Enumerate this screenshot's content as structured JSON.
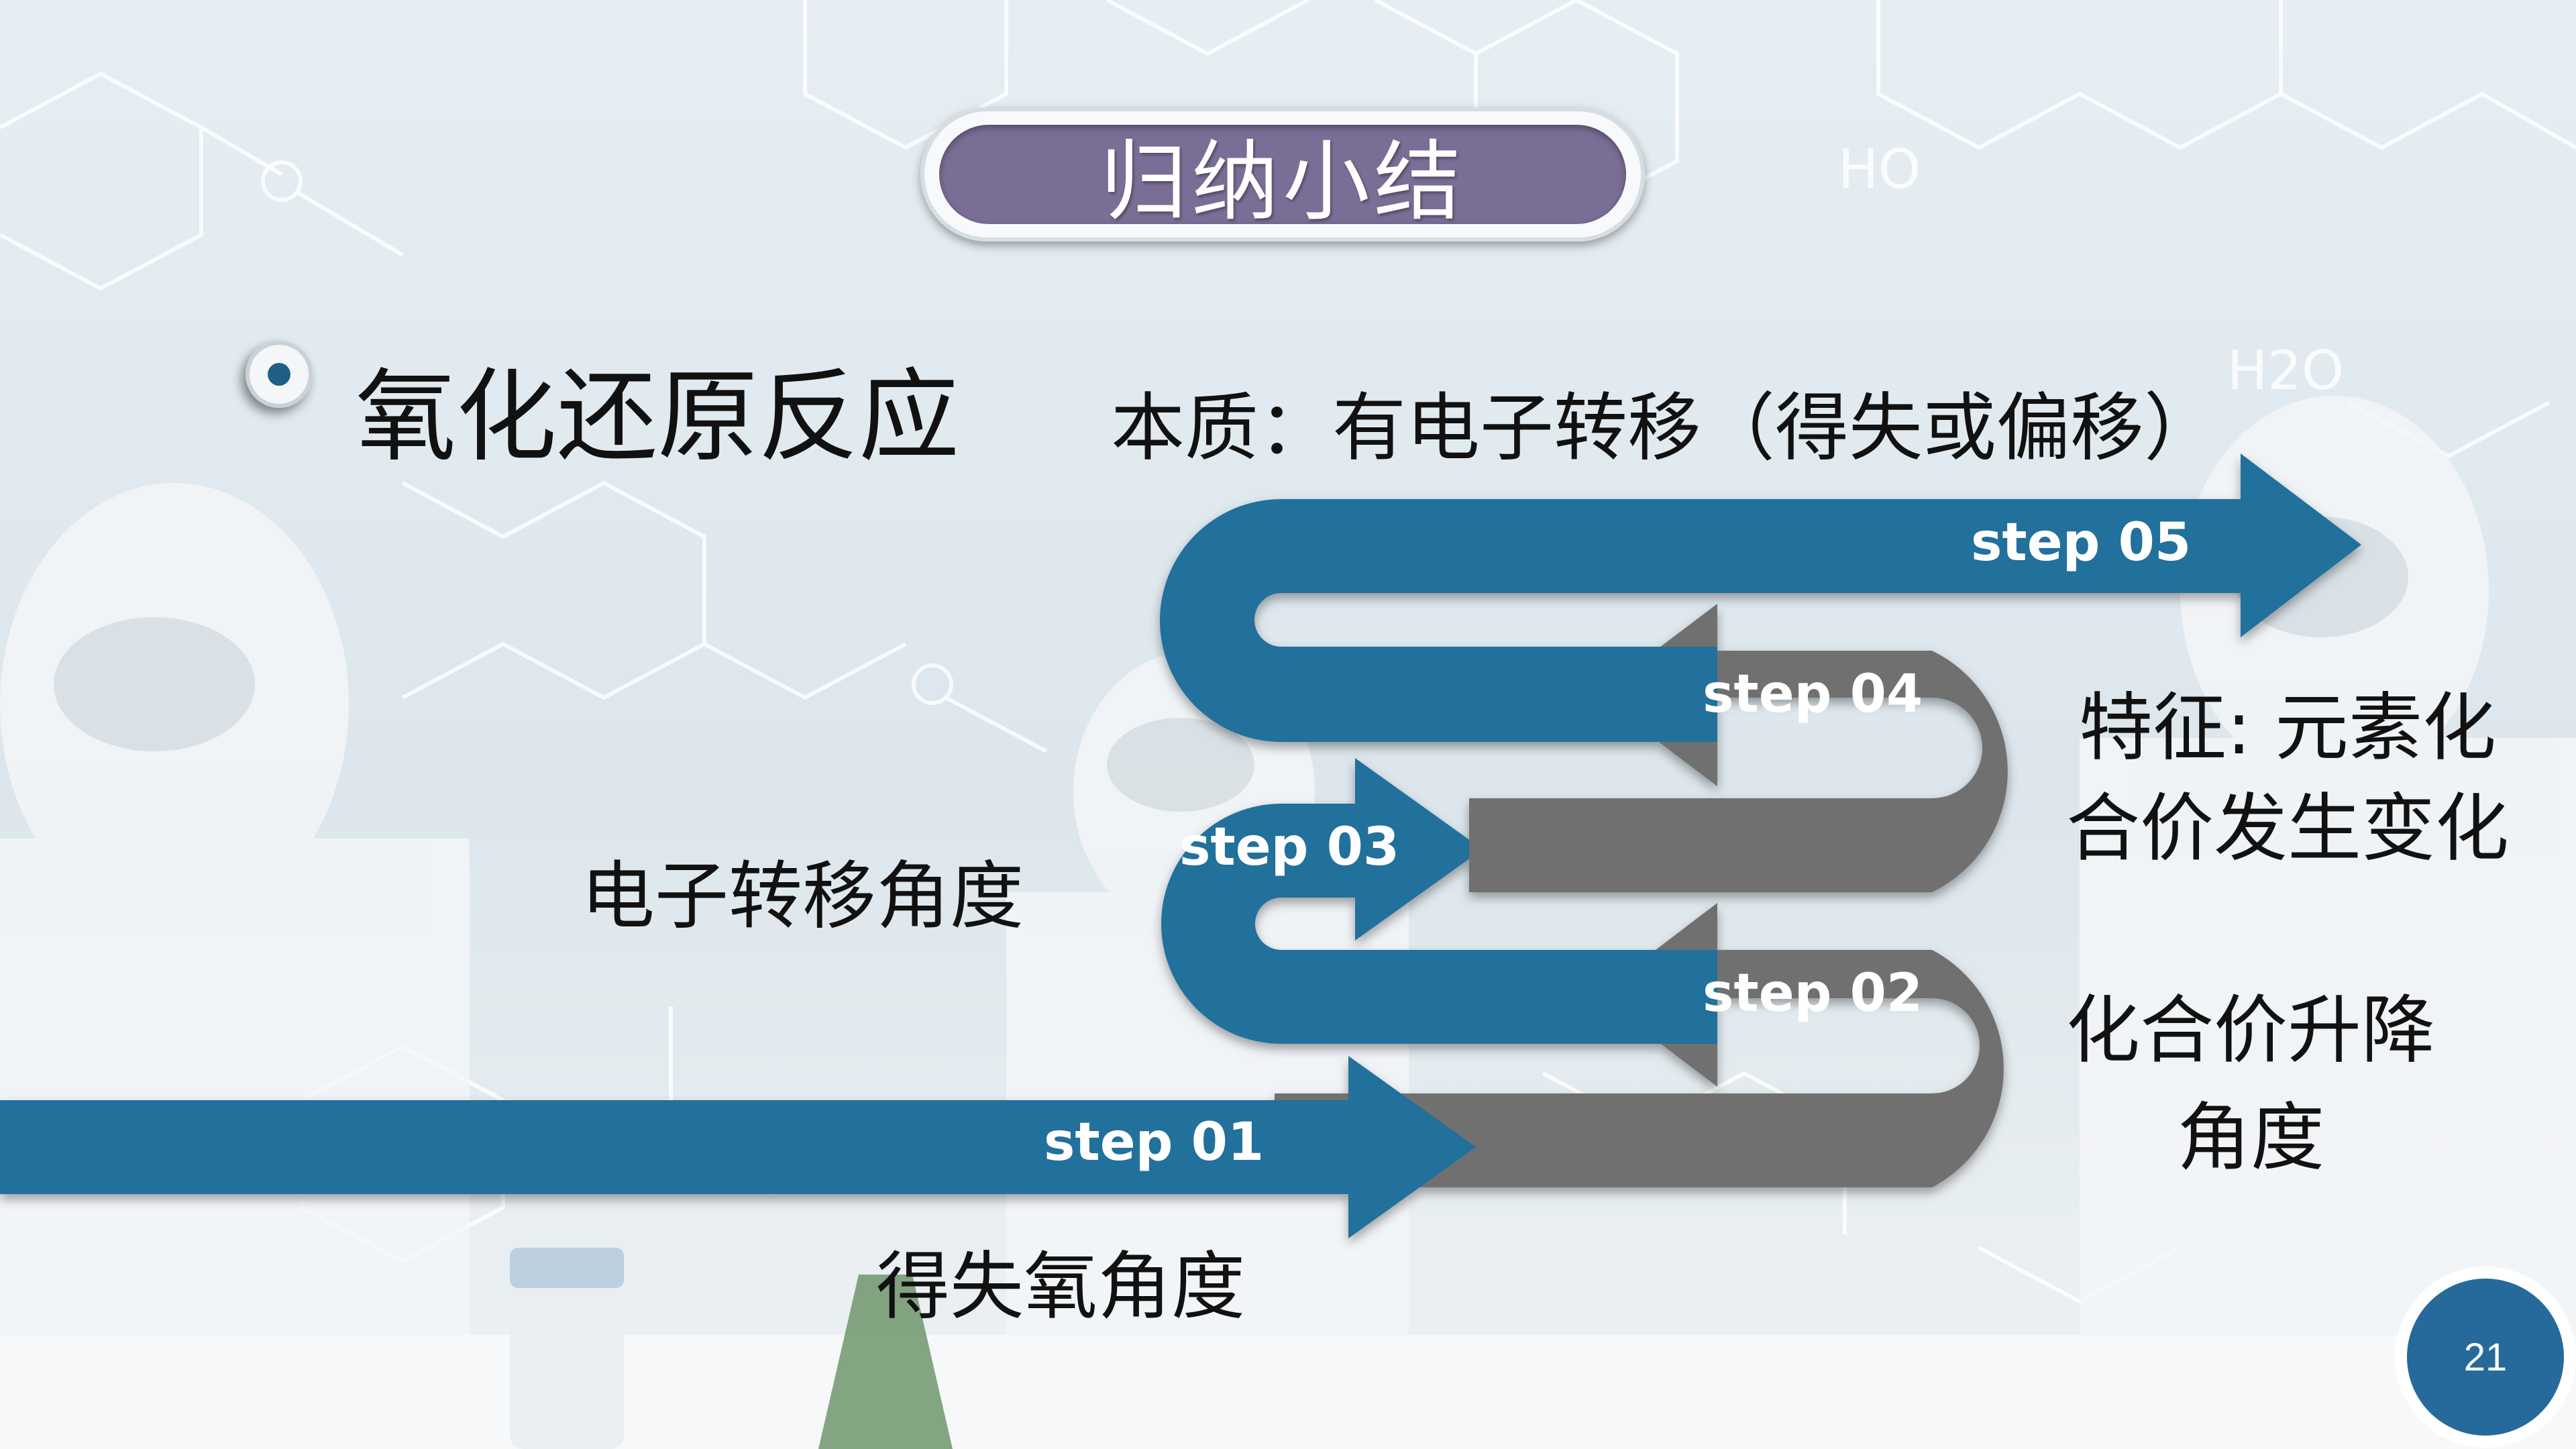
{
  "slide": {
    "title": "归纳小结",
    "heading": "氧化还原反应",
    "essence": "本质：有电子转移（得失或偏移）",
    "labels": {
      "electron_transfer": "电子转移角度",
      "oxygen": "得失氧角度",
      "feature_line1": "特征: 元素化",
      "feature_line2": "合价发生变化",
      "valence_line1": "化合价升降",
      "valence_line2": "角度"
    },
    "steps": [
      "step 01",
      "step 02",
      "step 03",
      "step 04",
      "step 05"
    ],
    "page_number": "21"
  },
  "colors": {
    "blue": "#246f9c",
    "gray": "#6f6f6f",
    "title_purple": "#7b6e96",
    "page_badge": "#256a9a"
  }
}
